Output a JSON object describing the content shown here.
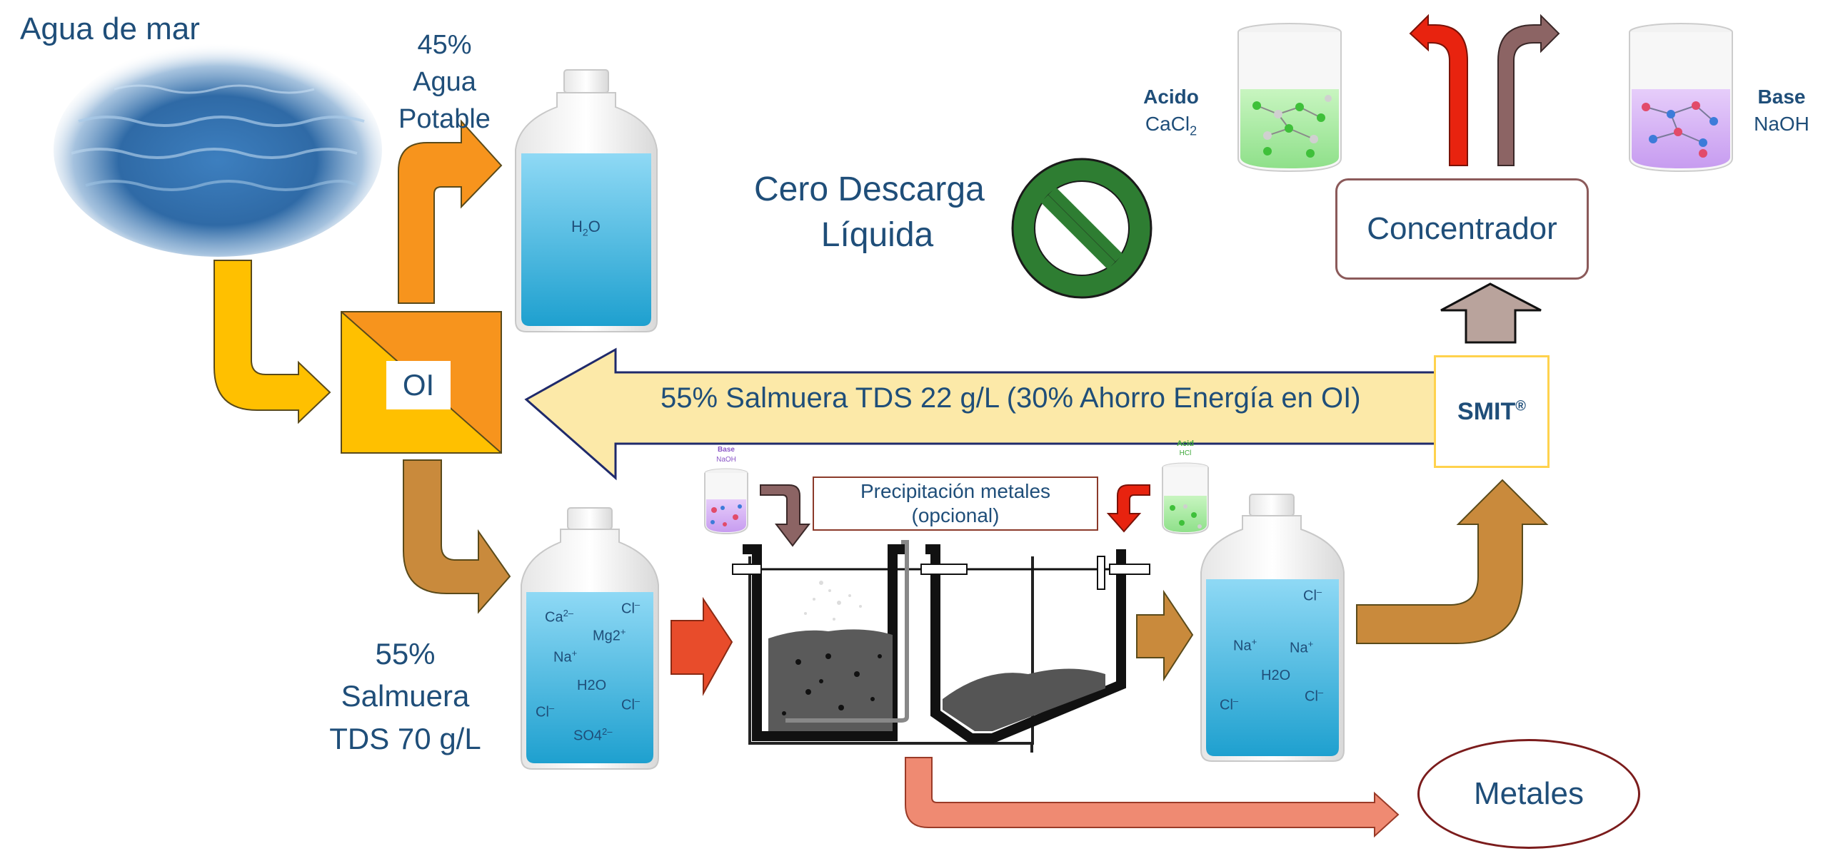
{
  "labels": {
    "seawater": "Agua de mar",
    "potable_pct": "45%",
    "potable_line1": "Agua",
    "potable_line2": "Potable",
    "brine_pct": "55%",
    "brine_line1": "Salmuera",
    "brine_line2": "TDS 70 g/L",
    "zld_line1": "Cero Descarga",
    "zld_line2": "Líquida",
    "ro_unit": "OI",
    "recycle_arrow": "55% Salmuera TDS 22 g/L (30% Ahorro Energía en OI)",
    "smit": "SMIT",
    "smit_reg": "®",
    "concentrator": "Concentrador",
    "precip_line1": "Precipitación metales",
    "precip_line2": "(opcional)",
    "metals": "Metales",
    "acid_title": "Acido",
    "acid_formula": "CaCl",
    "acid_formula_sub": "2",
    "base_title": "Base",
    "base_formula": "NaOH",
    "small_base_title": "Base",
    "small_base_formula": "NaOH",
    "small_acid_title": "Acid",
    "small_acid_formula": "HCl"
  },
  "bottle_potable": {
    "water": "H",
    "water_sub": "2",
    "water_tail": "O"
  },
  "bottle_brine_ions": [
    "Ca",
    "Cl",
    "Mg2",
    "Na",
    "H2O",
    "Cl",
    "Cl",
    "SO4"
  ],
  "bottle_treated_ions": [
    "Cl",
    "Na",
    "Na",
    "H2O",
    "Cl",
    "Cl"
  ],
  "colors": {
    "title_text": "#1f4e79",
    "ro_yellow": "#ffc000",
    "ro_orange": "#f7941d",
    "brown_arrow": "#c98a3c",
    "recycle_fill": "#fce9a8",
    "recycle_border": "#1f2a6b",
    "no_symbol": "#2e7d32",
    "red_arrow": "#e8230f",
    "mauve_arrow": "#8c6464",
    "grey_arrow": "#b9a39c",
    "salmon_arrow": "#ef8a72",
    "smit_border": "#ffd24d",
    "box_border": "#8b5a5a",
    "metals_border": "#7b1c1c"
  },
  "icons": [
    "sea-image",
    "no-entry-icon",
    "beaker-icon",
    "bottle-icon",
    "settler-tank-icon"
  ]
}
